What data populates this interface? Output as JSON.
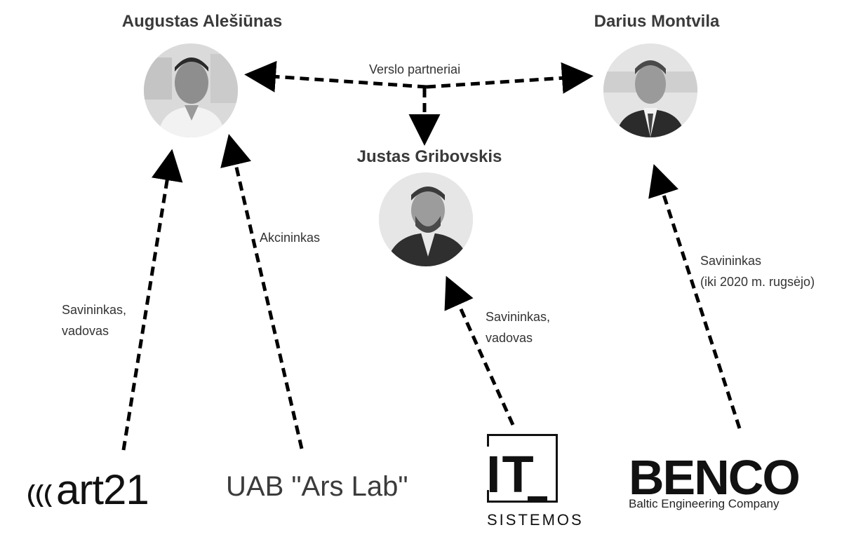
{
  "people": {
    "augustas": {
      "name": "Augustas Alešiūnas"
    },
    "darius": {
      "name": "Darius Montvila"
    },
    "justas": {
      "name": "Justas Gribovskis"
    }
  },
  "relations": {
    "partners": "Verslo partneriai",
    "art21_role": [
      "Savininkas,",
      "vadovas"
    ],
    "arslab_role": "Akcininkas",
    "itsistemos_role": [
      "Savininkas,",
      "vadovas"
    ],
    "benco_role": [
      "Savininkas",
      "(iki 2020 m. rugsėjo)"
    ]
  },
  "companies": {
    "art21": {
      "name": "art21",
      "icon": "art21-logo"
    },
    "arslab": {
      "name": "UAB \"Ars Lab\""
    },
    "itsistemos": {
      "name": "IT",
      "sub": "SISTEMOS",
      "icon": "it-sistemos-logo"
    },
    "benco": {
      "name": "BENCO",
      "sub": "Baltic Engineering Company",
      "icon": "benco-logo"
    }
  }
}
